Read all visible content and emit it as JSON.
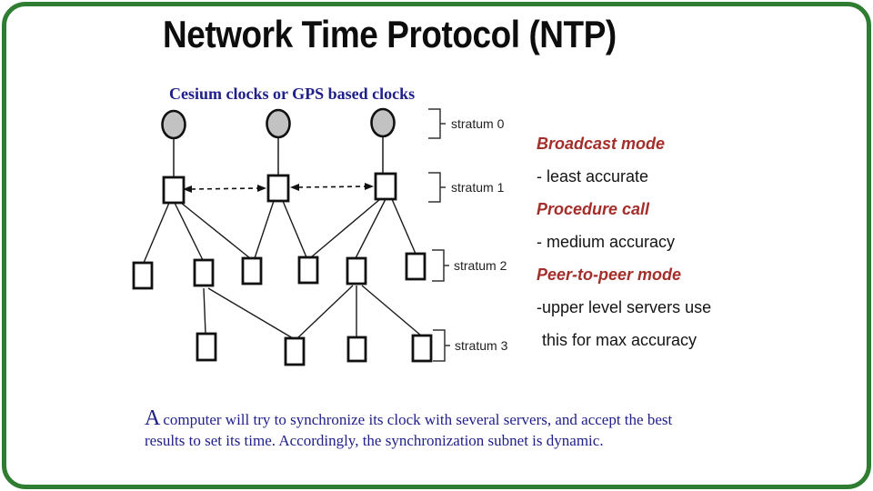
{
  "slide": {
    "title": "Network Time Protocol (NTP)",
    "subtitle": "Cesium clocks or GPS based clocks"
  },
  "diagram": {
    "stratum_labels": [
      "stratum 0",
      "stratum 1",
      "stratum 2",
      "stratum 3"
    ],
    "structure": {
      "stratum0_reference_clocks": 3,
      "stratum1_servers": 3,
      "stratum2_servers": 6,
      "stratum3_servers": 4,
      "peer_links_stratum1": 2
    },
    "clock_fill_color": "#c2c2c2",
    "line_color": "#1a1a1a"
  },
  "right_panel": {
    "heading_color": "#a32e2a",
    "lines": [
      {
        "text": "Broadcast mode"
      },
      {
        "text": "- least accurate"
      },
      {
        "text": "Procedure call"
      },
      {
        "text": "- medium accuracy"
      },
      {
        "text": "Peer-to-peer mode"
      },
      {
        "text": "-upper level servers use"
      },
      {
        "text": "this for max accuracy"
      }
    ]
  },
  "footer": {
    "lead": "A",
    "line1": "computer will try to synchronize its clock with several servers, and accept the best",
    "line2": "results to set its time. Accordingly, the synchronization subnet is dynamic.",
    "text_color": "#20208a"
  },
  "frame": {
    "border_color": "#2e7d32"
  }
}
